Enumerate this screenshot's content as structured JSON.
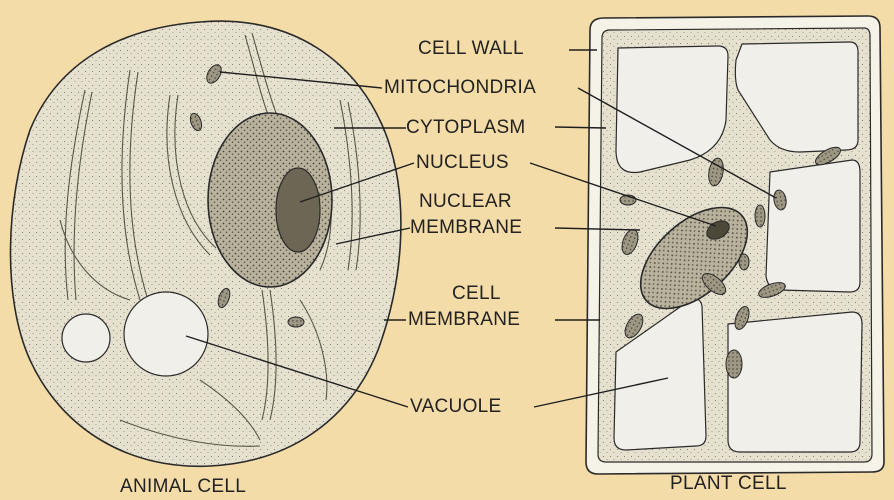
{
  "background_color": "#f3dca8",
  "cytoplasm_color": "#e6e1cf",
  "vacuole_color": "#f0efe9",
  "outline_color": "#2a2a2a",
  "labels": {
    "cell_wall": "CELL WALL",
    "mitochondria": "MITOCHONDRIA",
    "cytoplasm": "CYTOPLASM",
    "nucleus": "NUCLEUS",
    "nuclear_membrane_1": "NUCLEAR",
    "nuclear_membrane_2": "MEMBRANE",
    "cell_membrane_1": "CELL",
    "cell_membrane_2": "MEMBRANE",
    "vacuole": "VACUOLE"
  },
  "captions": {
    "animal": "ANIMAL CELL",
    "plant": "PLANT CELL"
  }
}
